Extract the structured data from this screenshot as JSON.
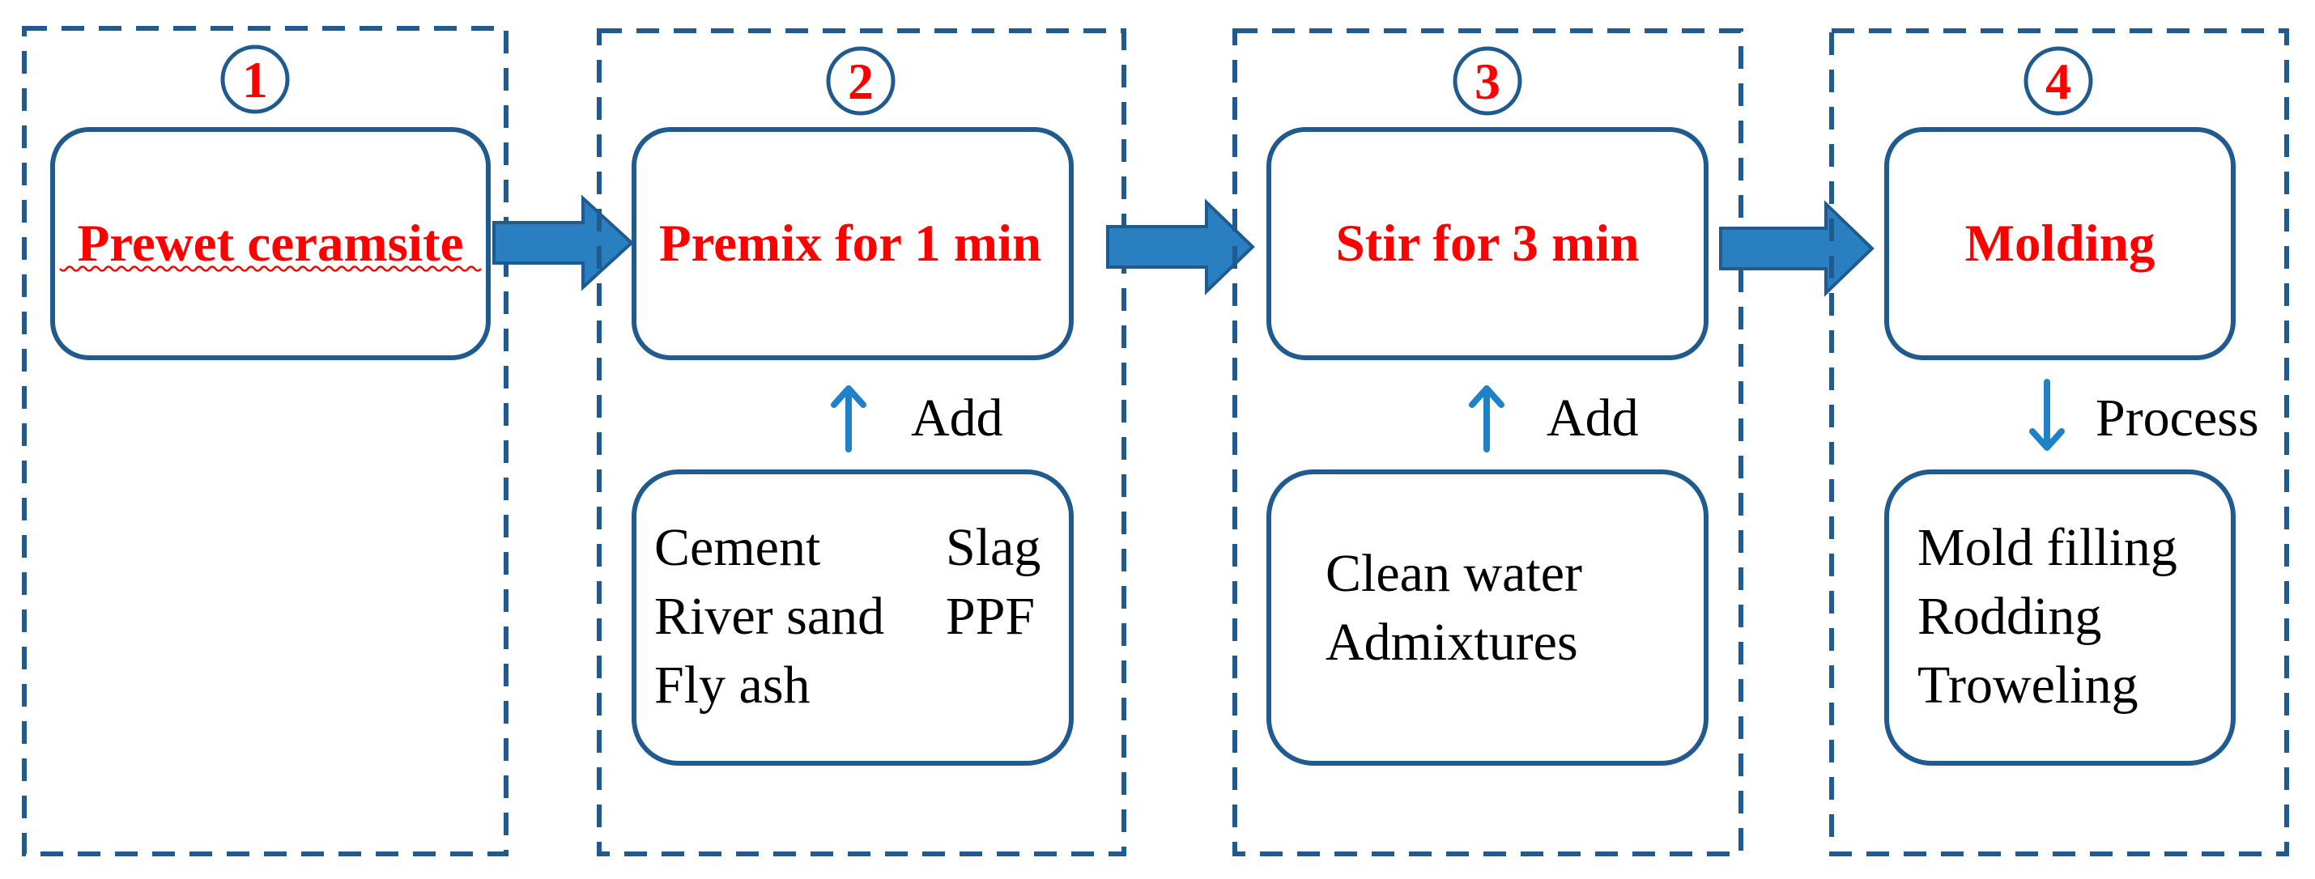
{
  "colors": {
    "border": "#1f5b8f",
    "arrow": "#2a7fc0",
    "small_arrow": "#1f82c8",
    "highlight_text": "#ff0000",
    "body_text": "#000000"
  },
  "steps": [
    {
      "number": "1",
      "title": "Prewet ceramsite"
    },
    {
      "number": "2",
      "title": "Premix for 1 min"
    },
    {
      "number": "3",
      "title": "Stir for 3 min"
    },
    {
      "number": "4",
      "title": "Molding"
    }
  ],
  "inputs": {
    "step2": {
      "connector_label": "Add",
      "connector_direction": "up",
      "col1": [
        "Cement",
        "River sand",
        "Fly ash"
      ],
      "col2": [
        "Slag",
        "PPF"
      ]
    },
    "step3": {
      "connector_label": "Add",
      "connector_direction": "up",
      "items": [
        "Clean water",
        "Admixtures"
      ]
    },
    "step4": {
      "connector_label": "Process",
      "connector_direction": "down",
      "items": [
        "Mold filling",
        "Rodding",
        "Troweling"
      ]
    }
  },
  "flow_arrows": [
    "arrow-right",
    "arrow-right",
    "arrow-right"
  ]
}
